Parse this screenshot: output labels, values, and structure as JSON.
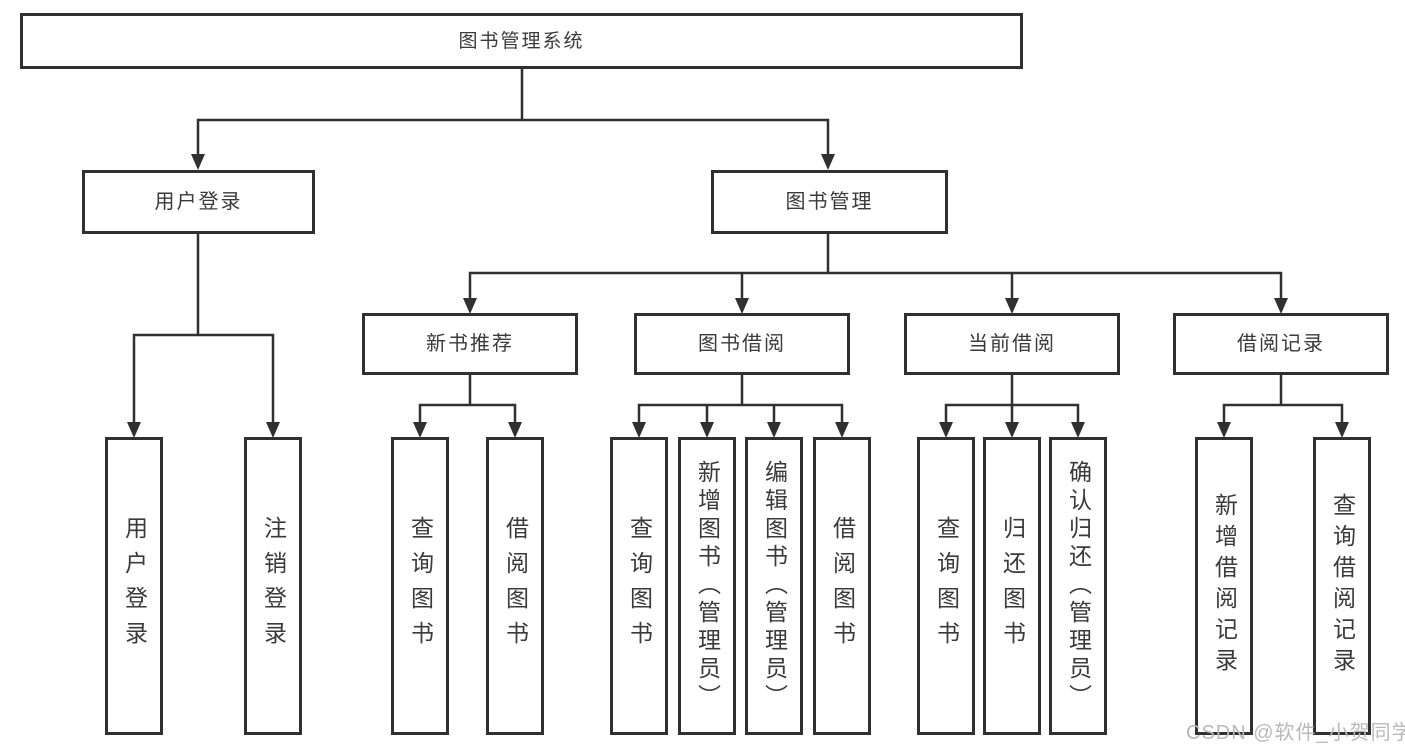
{
  "diagram": {
    "root": {
      "label": "图书管理系统"
    },
    "branches": [
      {
        "label": "用户登录",
        "leaves": [
          {
            "label": "用户登录"
          },
          {
            "label": "注销登录"
          }
        ]
      },
      {
        "label": "图书管理",
        "groups": [
          {
            "label": "新书推荐",
            "leaves": [
              {
                "label": "查询图书"
              },
              {
                "label": "借阅图书"
              }
            ]
          },
          {
            "label": "图书借阅",
            "leaves": [
              {
                "label": "查询图书"
              },
              {
                "label": "新增图书（管理员）"
              },
              {
                "label": "编辑图书（管理员）"
              },
              {
                "label": "借阅图书"
              }
            ]
          },
          {
            "label": "当前借阅",
            "leaves": [
              {
                "label": "查询图书"
              },
              {
                "label": "归还图书"
              },
              {
                "label": "确认归还（管理员）"
              }
            ]
          },
          {
            "label": "借阅记录",
            "leaves": [
              {
                "label": "新增借阅记录"
              },
              {
                "label": "查询借阅记录"
              }
            ]
          }
        ]
      }
    ]
  },
  "watermark": {
    "text": "CSDN @软件_小贺同学"
  },
  "colors": {
    "line": "#303030",
    "text": "#3a3a3a",
    "background": "#ffffff",
    "watermark": "#b9b9b9"
  }
}
